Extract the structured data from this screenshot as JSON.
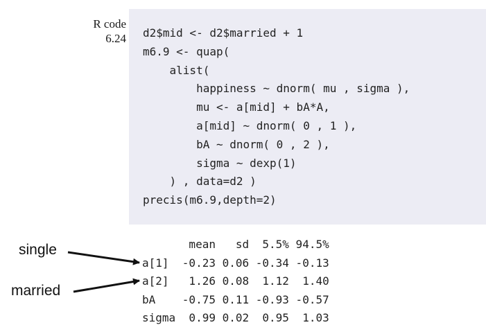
{
  "rcode_label": {
    "title": "R code",
    "number": "6.24"
  },
  "code_lines": [
    "d2$mid <- d2$married + 1",
    "m6.9 <- quap(",
    "    alist(",
    "        happiness ~ dnorm( mu , sigma ),",
    "        mu <- a[mid] + bA*A,",
    "        a[mid] ~ dnorm( 0 , 1 ),",
    "        bA ~ dnorm( 0 , 2 ),",
    "        sigma ~ dexp(1)",
    "    ) , data=d2 )",
    "precis(m6.9,depth=2)"
  ],
  "output": {
    "header_line": "       mean   sd  5.5% 94.5%",
    "rows": [
      "a[1]  -0.23 0.06 -0.34 -0.13",
      "a[2]   1.26 0.08  1.12  1.40",
      "bA    -0.75 0.11 -0.93 -0.57",
      "sigma  0.99 0.02  0.95  1.03"
    ]
  },
  "annotations": {
    "single": "single",
    "married": "married"
  }
}
